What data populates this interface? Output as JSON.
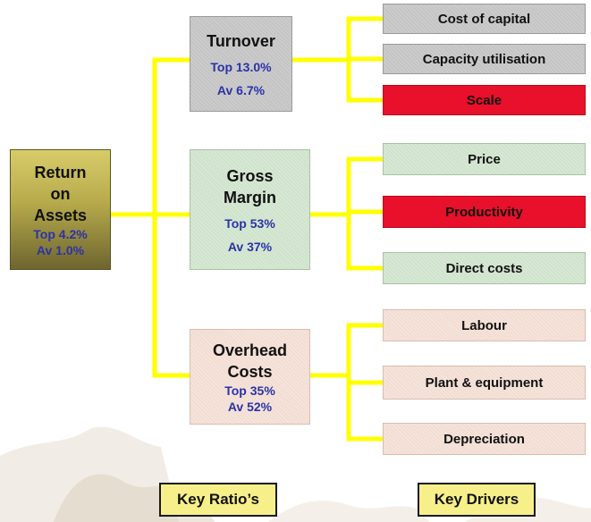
{
  "colors": {
    "connector": "#ffff00",
    "stat_text": "#2b32a8",
    "highlight_driver": "#e8102a",
    "turnover_group": "#c4c4c4",
    "margin_group": "#cfe3cc",
    "overhead_group": "#f2ddd2",
    "legend_fill": "#f7f08a"
  },
  "root": {
    "title": [
      "Return",
      "on",
      "Assets"
    ],
    "top": "Top 4.2%",
    "av": "Av 1.0%"
  },
  "ratios": [
    {
      "title": [
        "Turnover"
      ],
      "top": "Top 13.0%",
      "av": "Av 6.7%",
      "drivers": [
        {
          "label": "Cost of capital",
          "highlight": false
        },
        {
          "label": "Capacity utilisation",
          "highlight": false
        },
        {
          "label": "Scale",
          "highlight": true
        }
      ]
    },
    {
      "title": [
        "Gross",
        "Margin"
      ],
      "top": "Top 53%",
      "av": "Av 37%",
      "drivers": [
        {
          "label": "Price",
          "highlight": false
        },
        {
          "label": "Productivity",
          "highlight": true
        },
        {
          "label": "Direct costs",
          "highlight": false
        }
      ]
    },
    {
      "title": [
        "Overhead",
        "Costs"
      ],
      "top": "Top 35%",
      "av": "Av 52%",
      "drivers": [
        {
          "label": "Labour",
          "highlight": false
        },
        {
          "label": "Plant & equipment",
          "highlight": false
        },
        {
          "label": "Depreciation",
          "highlight": false
        }
      ]
    }
  ],
  "legend": {
    "ratios_label": "Key Ratio’s",
    "drivers_label": "Key Drivers"
  }
}
